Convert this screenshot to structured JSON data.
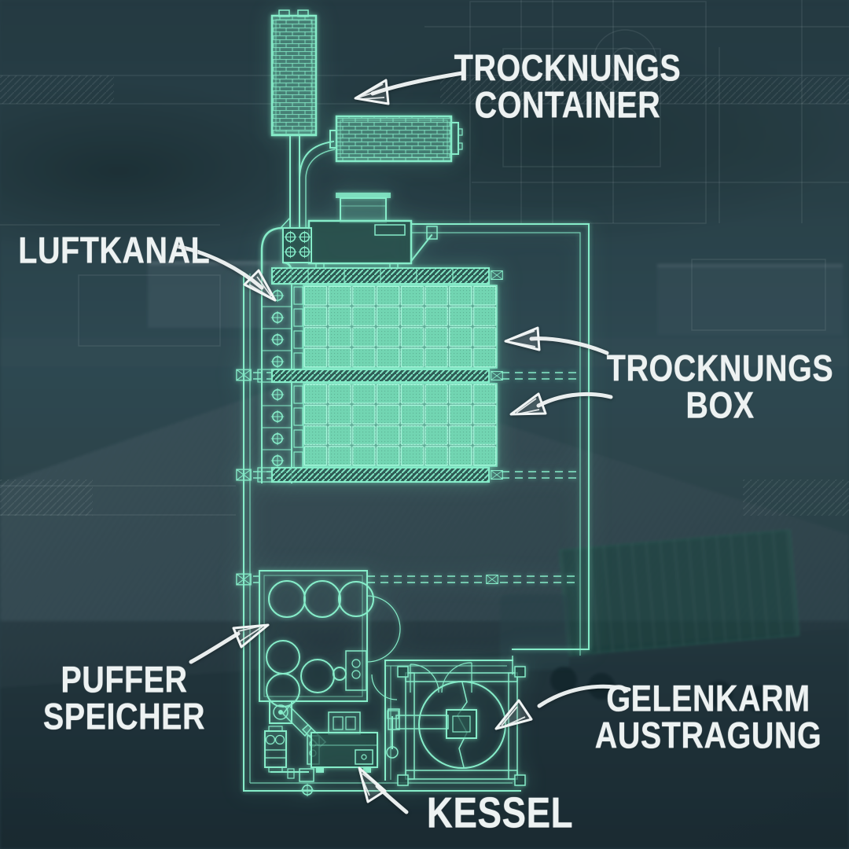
{
  "scene": {
    "title": "Trocknungsanlage Blaupause Infografik",
    "type": "blueprint-infographic",
    "language": "de"
  },
  "colors": {
    "blueprint": "#86ecc9",
    "blueprint_fill": "#74d6b3",
    "label_text": "#edf2f2",
    "arrow": "#f0f4f4",
    "background": "#2b424b"
  },
  "labels": {
    "trocknungs_container": {
      "line1": "TROCKNUNGS",
      "line2": "CONTAINER"
    },
    "luftkanal": {
      "line1": "LUFTKANAL"
    },
    "trocknungs_box": {
      "line1": "TROCKNUNGS",
      "line2": "BOX"
    },
    "puffer_speicher": {
      "line1": "PUFFER",
      "line2": "SPEICHER"
    },
    "gelenkarm_austragung": {
      "line1": "GELENKARM",
      "line2": "AUSTRAGUNG"
    },
    "kessel": {
      "line1": "KESSEL"
    }
  }
}
